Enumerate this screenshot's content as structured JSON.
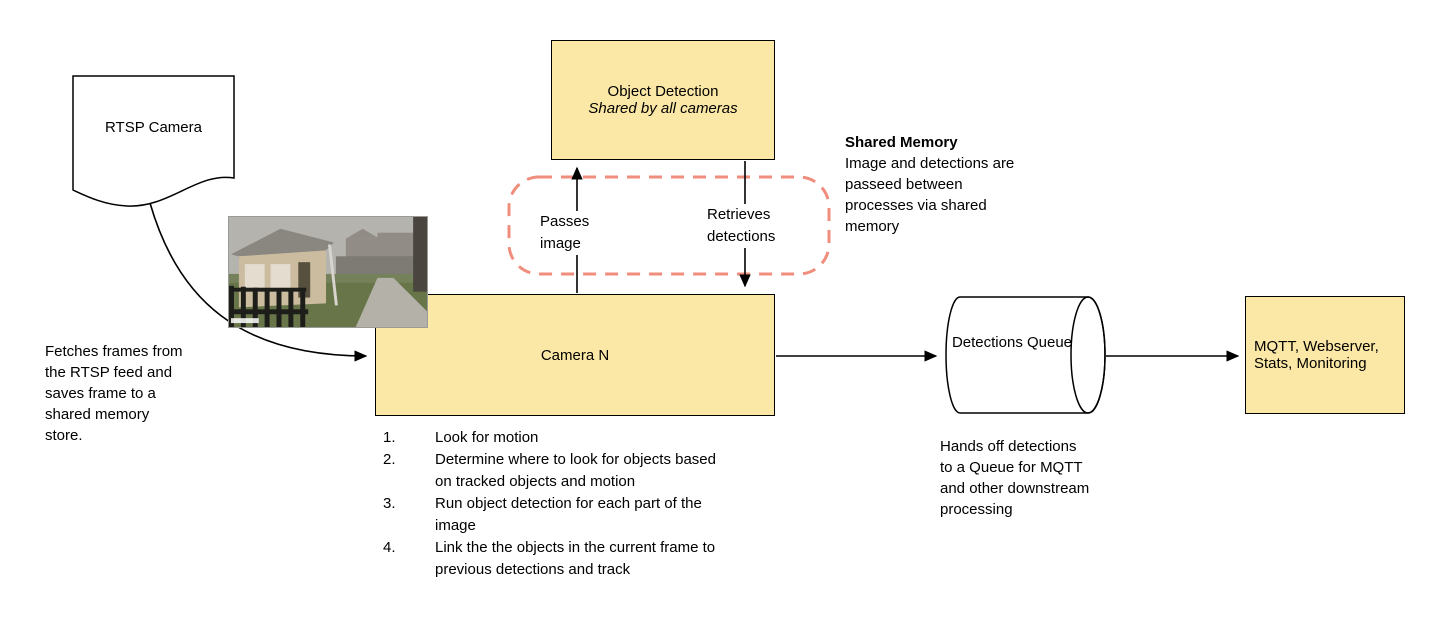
{
  "colors": {
    "node_fill": "#FCE8A6",
    "node_border": "#000000",
    "shared_memory_outline": "#F08E7D",
    "arrow": "#000000"
  },
  "nodes": {
    "rtsp_camera": {
      "label": "RTSP Camera"
    },
    "object_detection": {
      "title": "Object Detection",
      "subtitle": "Shared by all cameras"
    },
    "camera_n": {
      "label": "Camera N"
    },
    "detections_queue": {
      "label": "Detections Queue"
    },
    "outputs": {
      "label": "MQTT, Webserver, Stats, Monitoring"
    }
  },
  "edges": {
    "passes_image": "Passes image",
    "retrieves_detections": "Retrieves detections"
  },
  "notes": {
    "shared_memory": {
      "title": "Shared Memory",
      "body": "Image and detections are passeed between processes via shared memory"
    },
    "fetch_frames": "Fetches frames from the RTSP feed and saves frame to a shared memory store.",
    "queue_handoff": "Hands off detections to a Queue for MQTT and other downstream processing"
  },
  "camera_steps": [
    {
      "num": "1.",
      "text": "Look for motion"
    },
    {
      "num": "2.",
      "text": "Determine where to look for objects based on tracked objects and motion"
    },
    {
      "num": "3.",
      "text": "Run object detection for each part of the image"
    },
    {
      "num": "4.",
      "text": "Link the the objects in the current frame to previous detections and track"
    }
  ]
}
